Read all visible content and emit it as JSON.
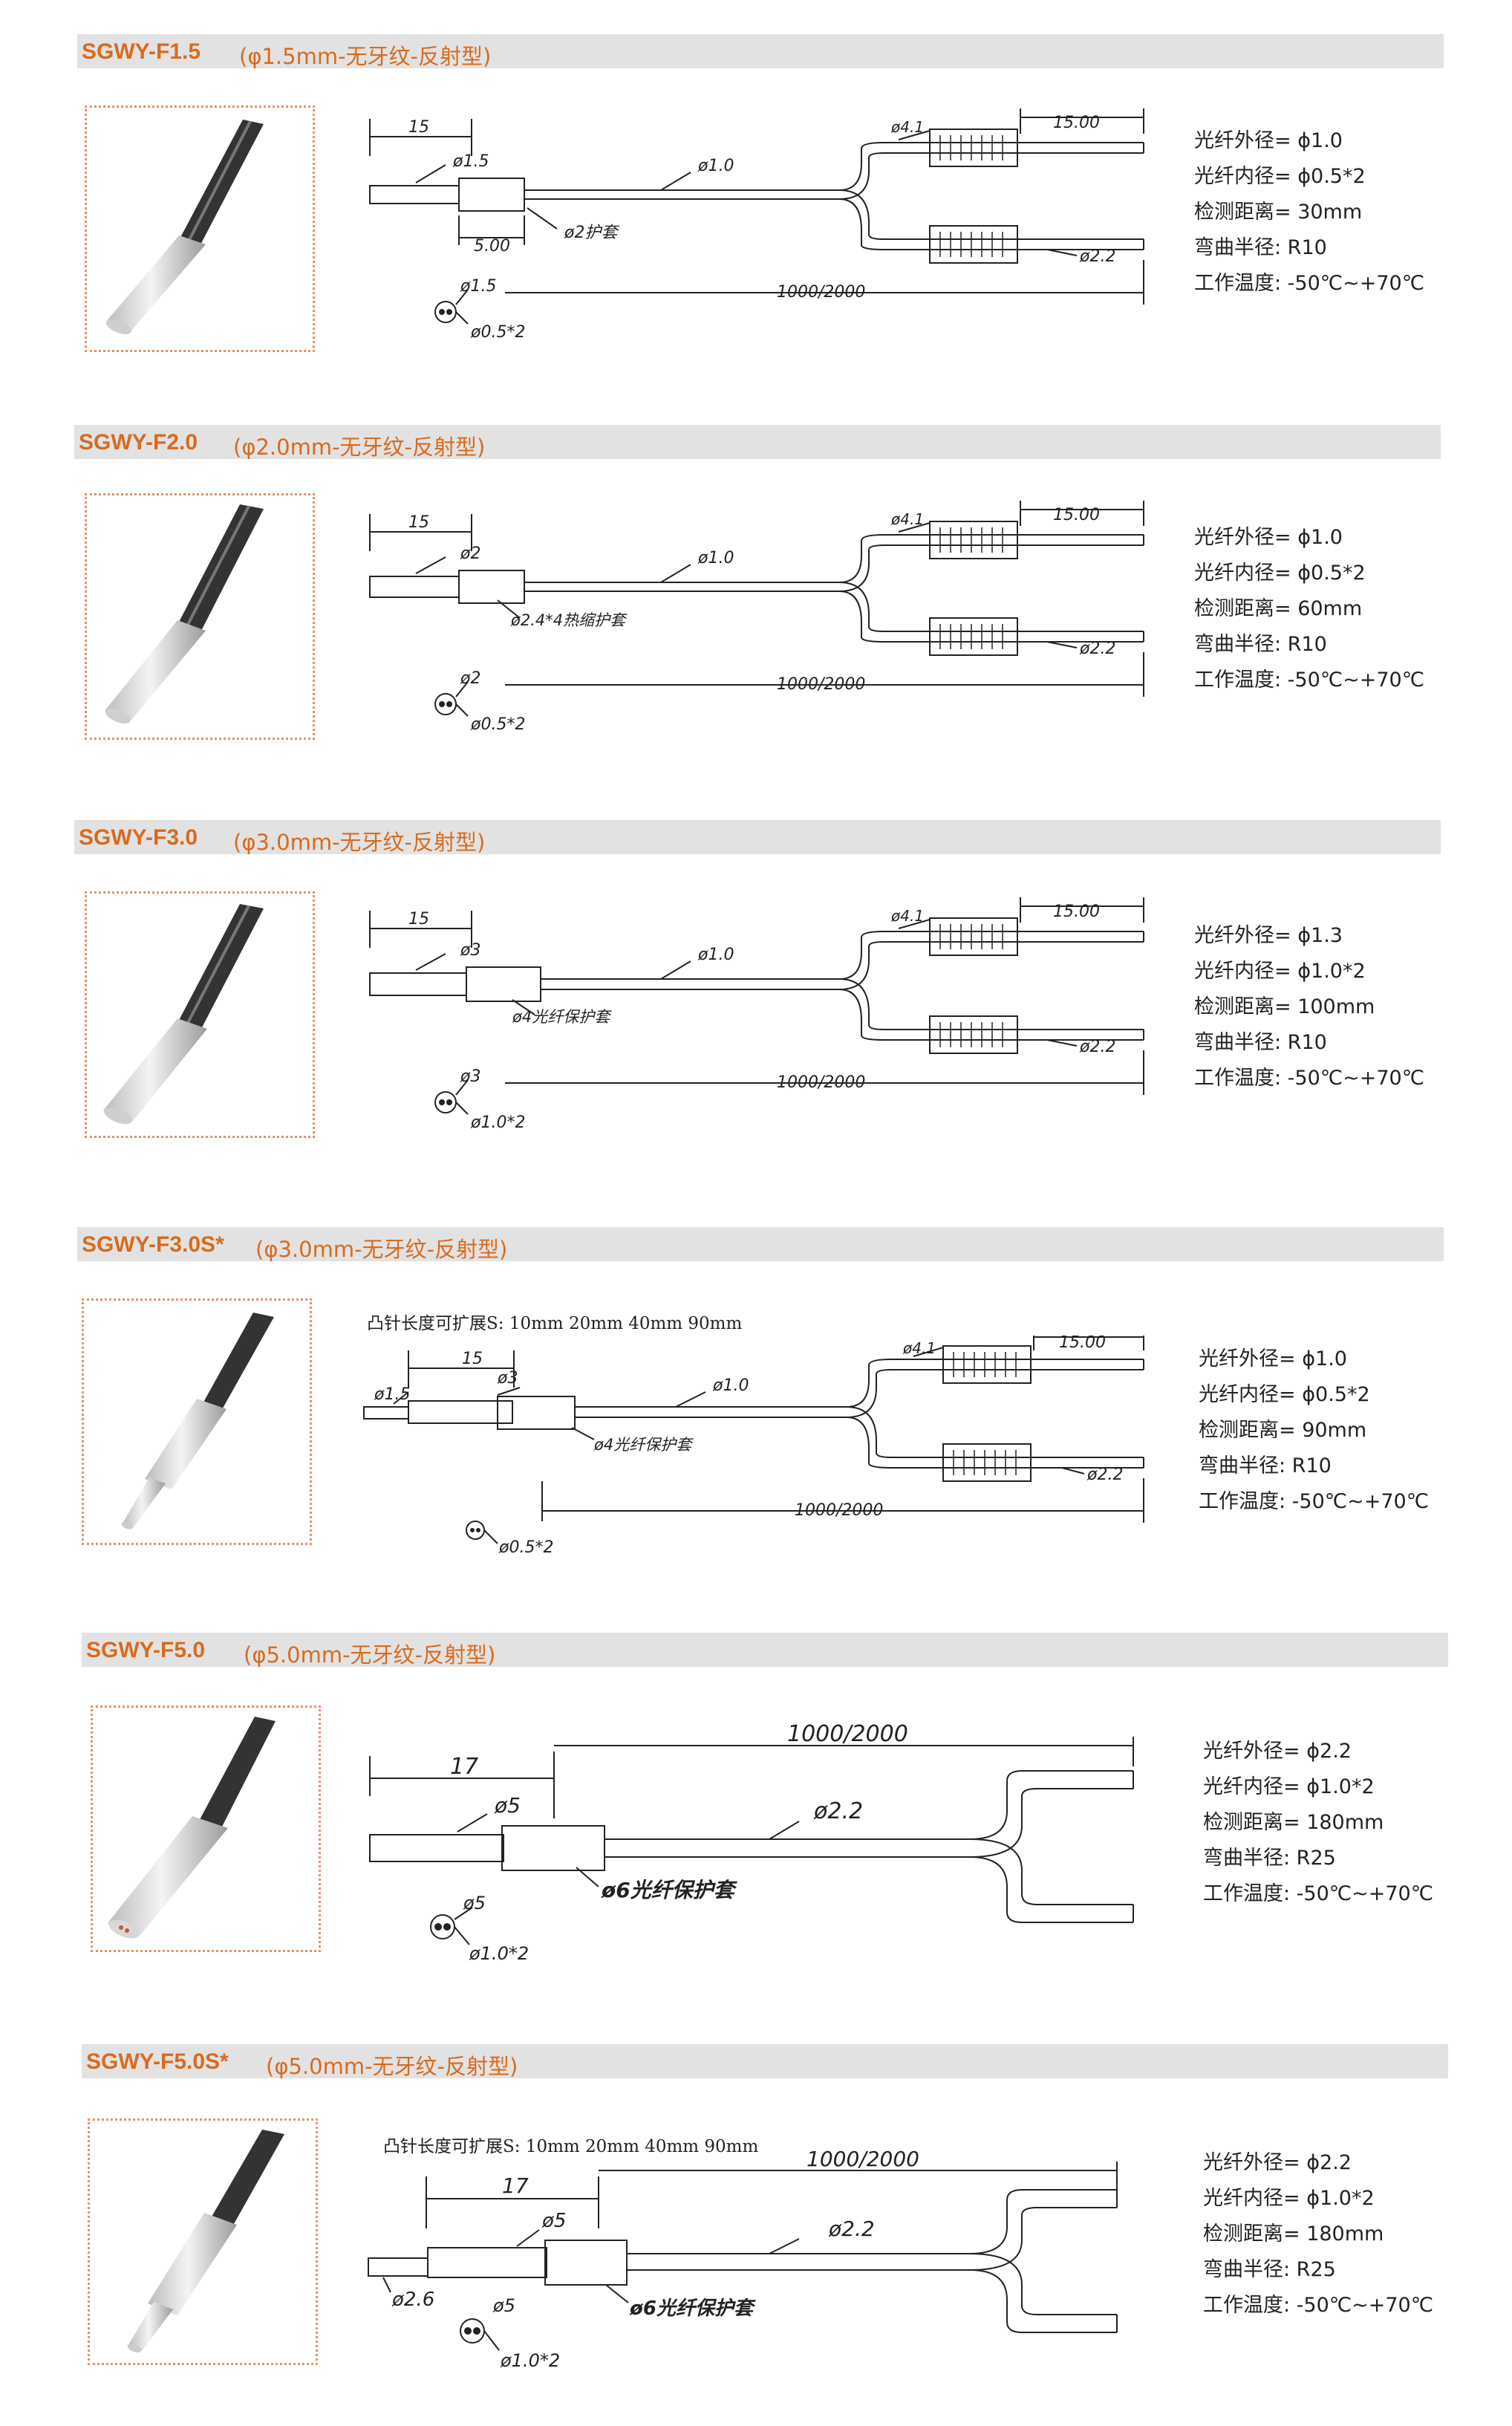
{
  "sections": [
    {
      "model": "SGWY-F1.5",
      "desc": "(φ1.5mm-无牙纹-反射型)",
      "dims": {
        "len": "15",
        "tip": "ø1.5",
        "fiber": "ø1.0",
        "sleeve": "ø2护套",
        "sleeve_len": "5.00",
        "total": "1000/2000",
        "connector": "ø4.1",
        "end_len": "15.00",
        "end_dia": "ø2.2",
        "end_tip": "ø1.5",
        "end_core": "ø0.5*2"
      },
      "specs": [
        "光纤外径= ϕ1.0",
        "光纤内径= ϕ0.5*2",
        "检测距离= 30mm",
        "弯曲半径:  R10",
        "工作温度:  -50℃~+70℃"
      ]
    },
    {
      "model": "SGWY-F2.0",
      "desc": "(φ2.0mm-无牙纹-反射型)",
      "dims": {
        "len": "15",
        "tip": "ø2",
        "fiber": "ø1.0",
        "sleeve": "ø2.4*4热缩护套",
        "total": "1000/2000",
        "connector": "ø4.1",
        "end_len": "15.00",
        "end_dia": "ø2.2",
        "end_tip": "ø2",
        "end_core": "ø0.5*2"
      },
      "specs": [
        "光纤外径= ϕ1.0",
        "光纤内径= ϕ0.5*2",
        "检测距离= 60mm",
        "弯曲半径:  R10",
        "工作温度:  -50℃~+70℃"
      ]
    },
    {
      "model": "SGWY-F3.0",
      "desc": "(φ3.0mm-无牙纹-反射型)",
      "dims": {
        "len": "15",
        "tip": "ø3",
        "fiber": "ø1.0",
        "sleeve": "ø4光纤保护套",
        "total": "1000/2000",
        "connector": "ø4.1",
        "end_len": "15.00",
        "end_dia": "ø2.2",
        "end_tip": "ø3",
        "end_core": "ø1.0*2"
      },
      "specs": [
        "光纤外径= ϕ1.3",
        "光纤内径= ϕ1.0*2",
        "检测距离= 100mm",
        "弯曲半径:  R10",
        "工作温度:  -50℃~+70℃"
      ]
    },
    {
      "model": "SGWY-F3.0S*",
      "desc": "(φ3.0mm-无牙纹-反射型)",
      "note": "凸针长度可扩展S: 10mm  20mm  40mm  90mm",
      "dims": {
        "len": "15",
        "needle": "ø1.5",
        "tip": "ø3",
        "fiber": "ø1.0",
        "sleeve": "ø4光纤保护套",
        "total": "1000/2000",
        "connector": "ø4.1",
        "end_len": "15.00",
        "end_dia": "ø2.2",
        "end_core": "ø0.5*2"
      },
      "specs": [
        "光纤外径= ϕ1.0",
        "光纤内径= ϕ0.5*2",
        "检测距离= 90mm",
        "弯曲半径:  R10",
        "工作温度:  -50℃~+70℃"
      ]
    },
    {
      "model": "SGWY-F5.0",
      "desc": "(φ5.0mm-无牙纹-反射型)",
      "dims": {
        "len": "17",
        "tip": "ø5",
        "fiber": "ø2.2",
        "sleeve": "ø6光纤保护套",
        "total": "1000/2000",
        "end_tip": "ø5",
        "end_core": "ø1.0*2"
      },
      "specs": [
        "光纤外径= ϕ2.2",
        "光纤内径= ϕ1.0*2",
        "检测距离= 180mm",
        "弯曲半径:  R25",
        "工作温度:  -50℃~+70℃"
      ]
    },
    {
      "model": "SGWY-F5.0S*",
      "desc": "(φ5.0mm-无牙纹-反射型)",
      "note": "凸针长度可扩展S: 10mm  20mm  40mm  90mm",
      "dims": {
        "len": "17",
        "tip": "ø5",
        "needle": "ø2.6",
        "fiber": "ø2.2",
        "sleeve": "ø6光纤保护套",
        "total": "1000/2000",
        "end_tip": "ø5",
        "end_core": "ø1.0*2"
      },
      "specs": [
        "光纤外径= ϕ2.2",
        "光纤内径= ϕ1.0*2",
        "检测距离= 180mm",
        "弯曲半径:  R25",
        "工作温度:  -50℃~+70℃"
      ]
    }
  ]
}
